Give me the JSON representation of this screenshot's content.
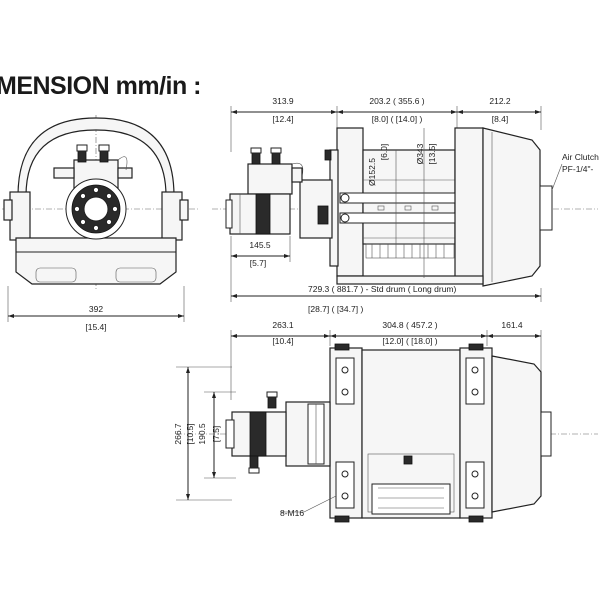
{
  "title": "MENSION mm/in :",
  "front_view": {
    "width_mm": "392",
    "width_in": "[15.4]"
  },
  "side_view": {
    "dim_left_mm": "313.9",
    "dim_left_in": "[12.4]",
    "dim_mid_mm": "203.2 ( 355.6 )",
    "dim_mid_in": "[8.0] ( [14.0] )",
    "dim_right_mm": "212.2",
    "dim_right_in": "[8.4]",
    "dia1_mm": "Ø152.5",
    "dia1_in": "[6.0]",
    "dia2_mm": "Ø343",
    "dia2_in": "[13.5]",
    "motor_mm": "145.5",
    "motor_in": "[5.7]",
    "total_mm": "729.3 ( 881.7 ) - Std drum ( Long drum)",
    "total_in": "[28.7] ( [34.7] )",
    "note_line1": "Air Clutch",
    "note_line2": "PF-1/4\"-"
  },
  "top_view": {
    "dim_left_mm": "263.1",
    "dim_left_in": "[10.4]",
    "dim_mid_mm": "304.8 ( 457.2 )",
    "dim_mid_in": "[12.0] ( [18.0] )",
    "dim_right_mm": "161.4",
    "height_outer_mm": "266.7",
    "height_outer_in": "[10.5]",
    "height_inner_mm": "190.5",
    "height_inner_in": "[7.5]",
    "bolt_label": "8-M16"
  }
}
